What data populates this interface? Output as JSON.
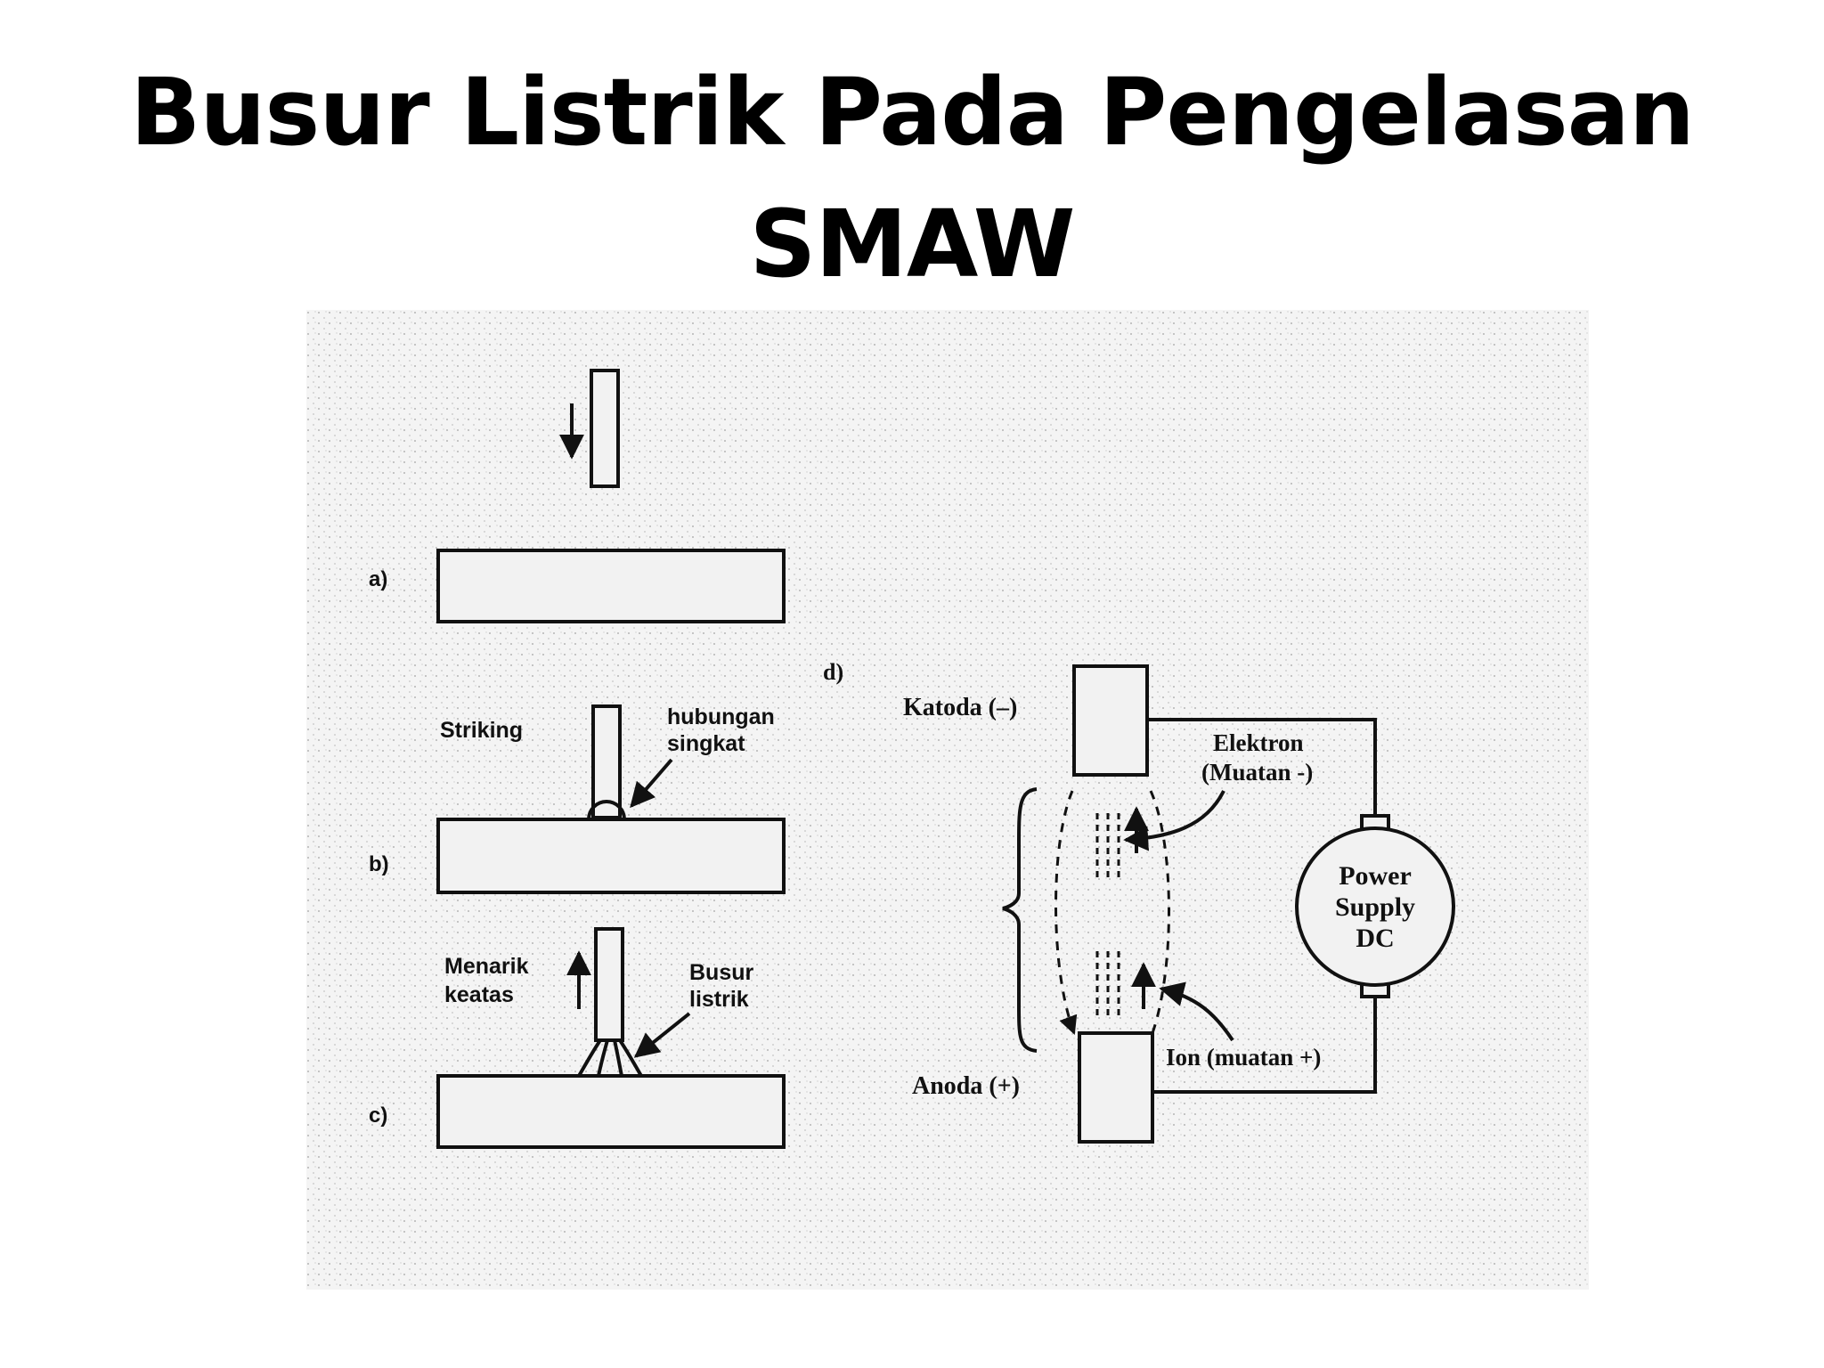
{
  "title": {
    "line1": "Busur Listrik Pada Pengelasan",
    "line2": "SMAW"
  },
  "figure": {
    "panel_a": {
      "letter": "a)"
    },
    "panel_b": {
      "letter": "b)",
      "striking": "Striking",
      "short_circuit_1": "hubungan",
      "short_circuit_2": "singkat"
    },
    "panel_c": {
      "letter": "c)",
      "lift_1": "Menarik",
      "lift_2": "keatas",
      "arc_1": "Busur",
      "arc_2": "listrik"
    },
    "panel_d": {
      "letter": "d)",
      "cathode": "Katoda (–)",
      "anode": "Anoda (+)",
      "electron_1": "Elektron",
      "electron_2": "(Muatan -)",
      "ion": "Ion (muatan +)",
      "power_1": "Power",
      "power_2": "Supply",
      "power_3": "DC"
    }
  }
}
